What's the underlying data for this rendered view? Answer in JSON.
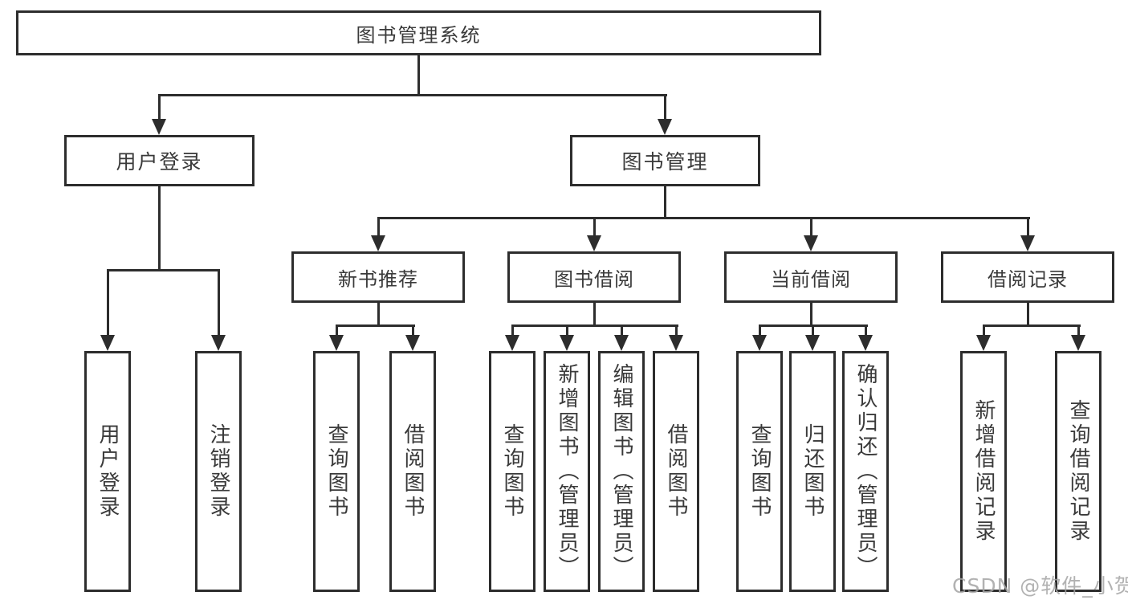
{
  "tree": {
    "label": "图书管理系统",
    "children": [
      {
        "label": "用户登录",
        "children": [
          {
            "label": "用户登录"
          },
          {
            "label": "注销登录"
          }
        ]
      },
      {
        "label": "图书管理",
        "children": [
          {
            "label": "新书推荐",
            "children": [
              {
                "label": "查询图书"
              },
              {
                "label": "借阅图书"
              }
            ]
          },
          {
            "label": "图书借阅",
            "children": [
              {
                "label": "查询图书"
              },
              {
                "label": "新增图书（管理员）"
              },
              {
                "label": "编辑图书（管理员）"
              },
              {
                "label": "借阅图书"
              }
            ]
          },
          {
            "label": "当前借阅",
            "children": [
              {
                "label": "查询图书"
              },
              {
                "label": "归还图书"
              },
              {
                "label": "确认归还（管理员）"
              }
            ]
          },
          {
            "label": "借阅记录",
            "children": [
              {
                "label": "新增借阅记录"
              },
              {
                "label": "查询借阅记录"
              }
            ]
          }
        ]
      }
    ]
  },
  "watermark": "CSDN @软件_小贺同学",
  "colors": {
    "line": "#2d2d2d",
    "text": "#3a3a3a",
    "background": "#ffffff",
    "watermark": "#a4a4a4"
  }
}
